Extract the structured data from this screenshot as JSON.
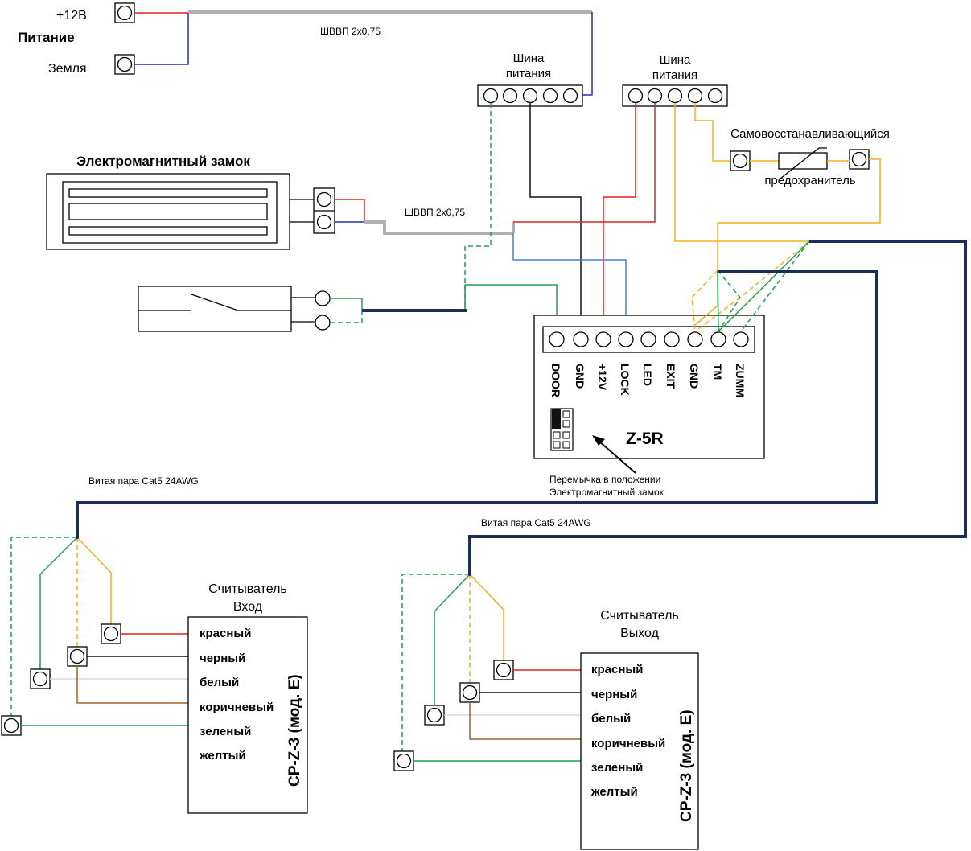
{
  "power": {
    "plus12_label": "+12В",
    "title": "Питание",
    "ground_label": "Земля"
  },
  "cable_label_1": "ШВВП 2х0,75",
  "cable_label_2": "ШВВП 2х0,75",
  "bus1": {
    "line1": "Шина",
    "line2": "питания"
  },
  "bus2": {
    "line1": "Шина",
    "line2": "питания"
  },
  "fuse": {
    "line1": "Самовосстанавливающийся",
    "line2": "предохранитель"
  },
  "lock": {
    "title": "Электромагнитный замок"
  },
  "controller": {
    "name": "Z-5R",
    "terminals": [
      "DOOR",
      "GND",
      "+12V",
      "LOCK",
      "LED",
      "EXIT",
      "GND",
      "TM",
      "ZUMM"
    ]
  },
  "jumper_note": {
    "line1": "Перемычка в положении",
    "line2": "Электромагнитный замок"
  },
  "twisted_pair_1": "Витая пара Cat5 24AWG",
  "twisted_pair_2": "Витая пара Cat5 24AWG",
  "reader_in": {
    "line1": "Считыватель",
    "line2": "Вход",
    "model": "CP-Z-3 (мод. Е)",
    "wires": [
      "красный",
      "черный",
      "белый",
      "коричневый",
      "зеленый",
      "желтый"
    ]
  },
  "reader_out": {
    "line1": "Считыватель",
    "line2": "Выход",
    "model": "CP-Z-3 (мод. Е)",
    "wires": [
      "красный",
      "черный",
      "белый",
      "коричневый",
      "зеленый",
      "желтый"
    ]
  },
  "colors": {
    "red": "#e02020",
    "blue": "#2030b0",
    "lightblue": "#4a7fd0",
    "black": "#111111",
    "green": "#20a050",
    "yellow": "#f0b020",
    "gray": "#b0b0b0",
    "navy": "#1a2e55",
    "brown": "#a0602a"
  }
}
